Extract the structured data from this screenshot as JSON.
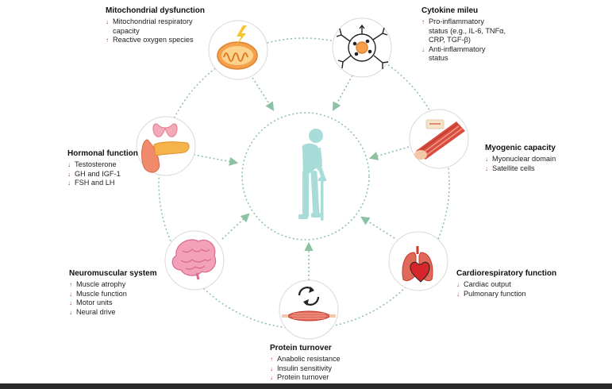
{
  "colors": {
    "arrow_red": "#d7262b",
    "cycle_green": "#8cc1a2",
    "figure_teal": "#a8dcd8",
    "node_border": "#d9d9d9"
  },
  "center": {
    "icon": "elderly-person-with-cane-icon"
  },
  "nodes": [
    {
      "key": "mito",
      "icon": "mitochondrion-icon",
      "title": "Mitochondrial dysfunction",
      "items": [
        {
          "dir": "down",
          "text": "Mitochondrial respiratory\ncapacity"
        },
        {
          "dir": "up",
          "text": "Reactive oxygen species"
        }
      ]
    },
    {
      "key": "cyto",
      "icon": "immune-cell-icon",
      "title": "Cytokine mileu",
      "items": [
        {
          "dir": "up",
          "text": "Pro-inflammatory\nstatus (e.g., IL-6, TNFα,\nCRP, TGF-β)"
        },
        {
          "dir": "down",
          "text": "Anti-inflammatory\nstatus"
        }
      ]
    },
    {
      "key": "myo",
      "icon": "muscle-fiber-icon",
      "title": "Myogenic capacity",
      "items": [
        {
          "dir": "down",
          "text": "Myonuclear domain"
        },
        {
          "dir": "down",
          "text": "Satellite cells"
        }
      ]
    },
    {
      "key": "cardio",
      "icon": "heart-lungs-icon",
      "title": "Cardiorespiratory function",
      "items": [
        {
          "dir": "down",
          "text": "Cardiac output"
        },
        {
          "dir": "down",
          "text": "Pulmonary function"
        }
      ]
    },
    {
      "key": "protein",
      "icon": "muscle-with-cycle-arrows-icon",
      "title": "Protein turnover",
      "items": [
        {
          "dir": "up",
          "text": "Anabolic resistance"
        },
        {
          "dir": "down",
          "text": "Insulin sensitivity"
        },
        {
          "dir": "down",
          "text": "Protein turnover"
        }
      ]
    },
    {
      "key": "neuro",
      "icon": "brain-icon",
      "title": "Neuromuscular system",
      "items": [
        {
          "dir": "up",
          "text": "Muscle atrophy"
        },
        {
          "dir": "down",
          "text": "Muscle function"
        },
        {
          "dir": "down",
          "text": "Motor units"
        },
        {
          "dir": "down",
          "text": "Neural drive"
        }
      ]
    },
    {
      "key": "hormone",
      "icon": "thyroid-pancreas-icon",
      "title": "Hormonal function",
      "items": [
        {
          "dir": "down",
          "text": "Testosterone"
        },
        {
          "dir": "down",
          "text": "GH and IGF-1"
        },
        {
          "dir": "down",
          "text": "FSH and LH"
        }
      ]
    }
  ]
}
